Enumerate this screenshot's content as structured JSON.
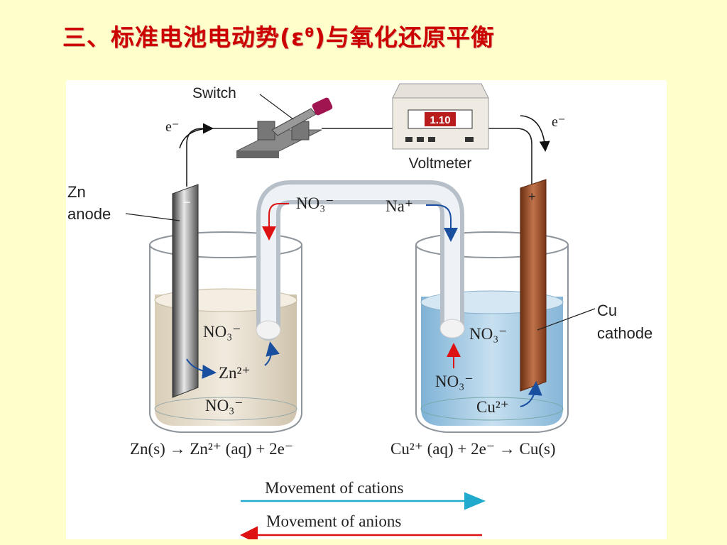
{
  "slide": {
    "title_main": "三、标准电池电动势(ε",
    "title_sup": "θ",
    "title_end": ")与氧化还原平衡"
  },
  "figure": {
    "switch_label": "Switch",
    "voltmeter_label": "Voltmeter",
    "voltmeter_reading": "1.10",
    "electron_left": "e⁻",
    "electron_right": "e⁻",
    "anode_label_1": "Zn",
    "anode_label_2": "anode",
    "anode_sign": "−",
    "cathode_label_1": "Cu",
    "cathode_label_2": "cathode",
    "cathode_sign": "+",
    "bridge_anion": "NO₃⁻",
    "bridge_cation": "Na⁺",
    "left_ion_1": "NO₃⁻",
    "left_ion_2": "Zn²⁺",
    "left_ion_3": "NO₃⁻",
    "right_ion_1": "NO₃⁻",
    "right_ion_2": "NO₃⁻",
    "right_ion_3": "Cu²⁺",
    "anode_reaction": "Zn(s) → Zn²⁺ (aq) + 2e⁻",
    "cathode_reaction": "Cu²⁺ (aq) + 2e⁻ → Cu(s)",
    "cation_movement": "Movement of cations",
    "anion_movement": "Movement of anions"
  },
  "colors": {
    "title": "#cc0000",
    "background": "#ffffcc",
    "cation_arrow": "#22aacc",
    "anion_arrow": "#dd1111",
    "left_solution": "#e9e0cf",
    "right_solution": "#a9cde6",
    "copper": "#a0522d"
  }
}
